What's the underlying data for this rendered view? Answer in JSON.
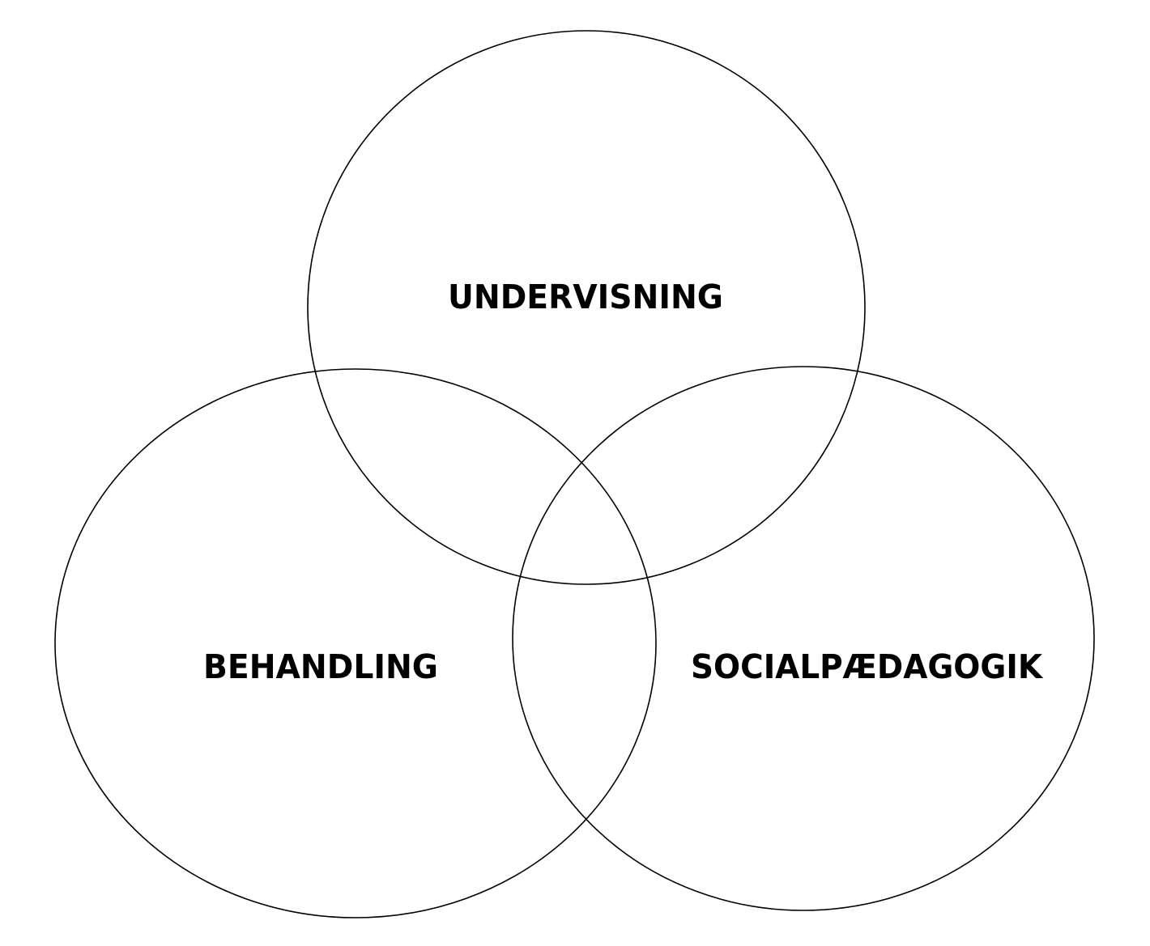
{
  "diagram": {
    "type": "venn",
    "stroke_color": "#000000",
    "background": "#ffffff",
    "sets": [
      {
        "id": "top",
        "label": "UNDERVISNING"
      },
      {
        "id": "left",
        "label": "BEHANDLING"
      },
      {
        "id": "right",
        "label": "SOCIALPÆDAGOGIK"
      }
    ]
  }
}
